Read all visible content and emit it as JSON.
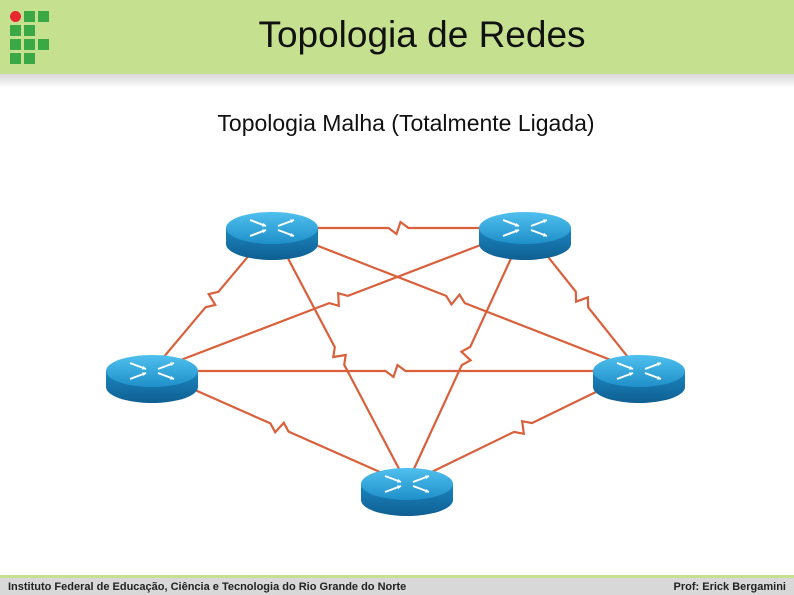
{
  "header": {
    "title": "Topologia de Redes"
  },
  "content": {
    "subtitle": "Topologia Malha (Totalmente Ligada)"
  },
  "diagram": {
    "nodes": [
      {
        "id": "router-top-left",
        "icon": "router-icon"
      },
      {
        "id": "router-top-right",
        "icon": "router-icon"
      },
      {
        "id": "router-middle-left",
        "icon": "router-icon"
      },
      {
        "id": "router-middle-right",
        "icon": "router-icon"
      },
      {
        "id": "router-bottom",
        "icon": "router-icon"
      }
    ],
    "links": [
      [
        "router-top-left",
        "router-top-right"
      ],
      [
        "router-top-left",
        "router-middle-left"
      ],
      [
        "router-top-left",
        "router-middle-right"
      ],
      [
        "router-top-left",
        "router-bottom"
      ],
      [
        "router-top-right",
        "router-middle-left"
      ],
      [
        "router-top-right",
        "router-middle-right"
      ],
      [
        "router-top-right",
        "router-bottom"
      ],
      [
        "router-middle-left",
        "router-middle-right"
      ],
      [
        "router-middle-left",
        "router-bottom"
      ],
      [
        "router-middle-right",
        "router-bottom"
      ]
    ],
    "colors": {
      "link": "#d9603b",
      "router": "#2aa0d8"
    }
  },
  "footer": {
    "institution": "Instituto Federal de Educação, Ciência e Tecnologia do Rio Grande do Norte",
    "author": "Prof: Erick Bergamini"
  }
}
